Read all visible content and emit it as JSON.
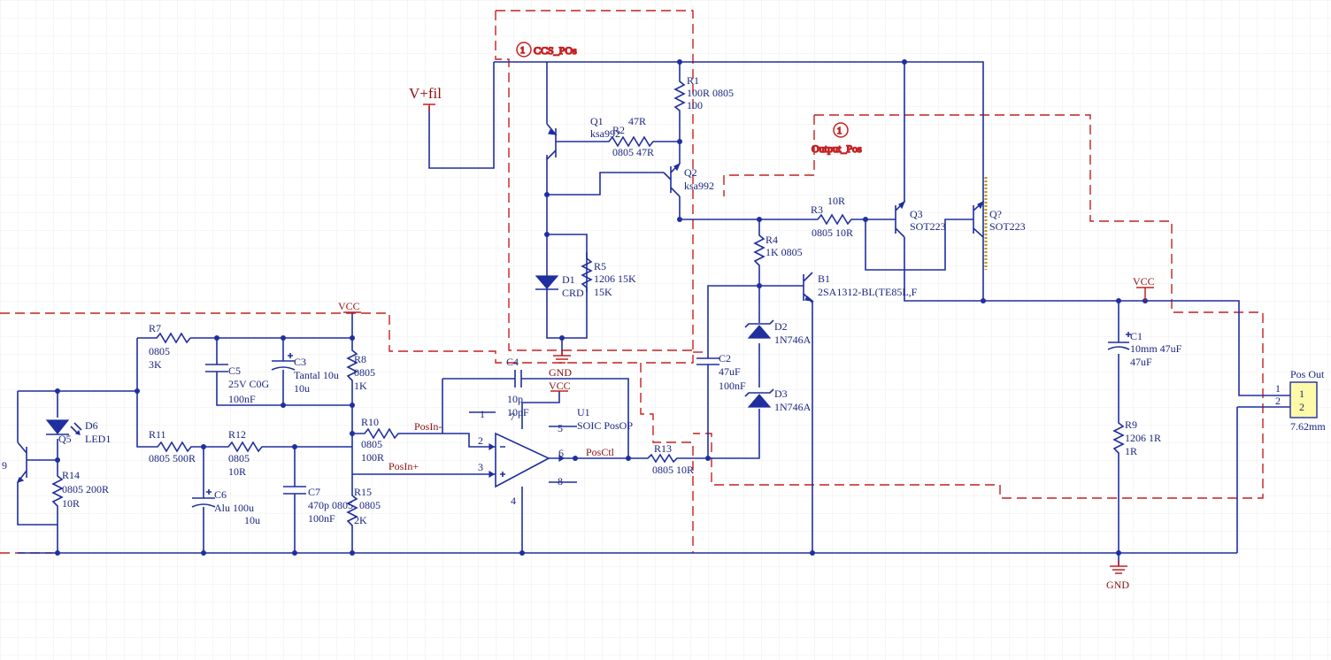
{
  "colors": {
    "wire": "#1f2f9e",
    "net_label": "#8a1010",
    "room": "#c42020",
    "grid": "#ececec"
  },
  "rooms": {
    "ccs": "CCS_POs",
    "output": "Output_Pos",
    "room_num": "1"
  },
  "nets": {
    "vfil": "V+fil",
    "vcc_left": "VCC",
    "vcc_opamp": "VCC",
    "vcc_right": "VCC",
    "gnd_mid": "GND",
    "gnd_right": "GND",
    "posin_minus": "PosIn-",
    "posin_plus": "PosIn+",
    "posctl": "PosCtl"
  },
  "components": {
    "r1": [
      "R1",
      "100R 0805",
      "100"
    ],
    "r2": [
      "47R",
      "R2",
      "0805 47R"
    ],
    "q1": [
      "Q1",
      "ksa992"
    ],
    "q2": [
      "Q2",
      "ksa992"
    ],
    "r5": [
      "R5",
      "1206 15K",
      "15K"
    ],
    "d1": [
      "D1",
      "CRD"
    ],
    "r3": [
      "10R",
      "R3",
      "0805 10R"
    ],
    "r4": [
      "R4",
      "1K 0805"
    ],
    "q3": [
      "Q3",
      "SOT223"
    ],
    "q4": [
      "Q?",
      "SOT223"
    ],
    "b1": [
      "B1",
      "2SA1312-BL(TE85L,F"
    ],
    "d2": [
      "D2",
      "1N746A"
    ],
    "d3": [
      "D3",
      "1N746A"
    ],
    "c2": [
      "C2",
      "47uF",
      "100nF"
    ],
    "c1": [
      "C1",
      "10mm 47uF",
      "47uF"
    ],
    "r9": [
      "R9",
      "1206 1R",
      "1R"
    ],
    "j1": [
      "Pos Out",
      "1",
      "2",
      "7.62mm",
      "1",
      "2"
    ],
    "c4": [
      "C4",
      "10p",
      "10pF"
    ],
    "u1": [
      "U1",
      "SOIC PosOP",
      "1",
      "2",
      "3",
      "4",
      "5",
      "6",
      "7",
      "8"
    ],
    "r13": [
      "R13",
      "0805 10R"
    ],
    "r7": [
      "R7",
      "0805",
      "3K"
    ],
    "c5": [
      "C5",
      "25V C0G",
      "100nF"
    ],
    "c3": [
      "C3",
      "Tantal 10u",
      "10u"
    ],
    "r8": [
      "R8",
      "0805",
      "1K"
    ],
    "r10": [
      "R10",
      "0805",
      "100R"
    ],
    "r11": [
      "R11",
      "0805 500R"
    ],
    "r12": [
      "R12",
      "0805",
      "10R"
    ],
    "c6": [
      "C6",
      "Alu 100u",
      "10u"
    ],
    "c7": [
      "C7",
      "470p 0805",
      "100nF"
    ],
    "r15": [
      "R15",
      "0805",
      "2K"
    ],
    "d6": [
      "D6",
      "LED1"
    ],
    "q5": [
      "Q5",
      "9"
    ],
    "r14": [
      "R14",
      "0805 200R",
      "10R"
    ]
  }
}
